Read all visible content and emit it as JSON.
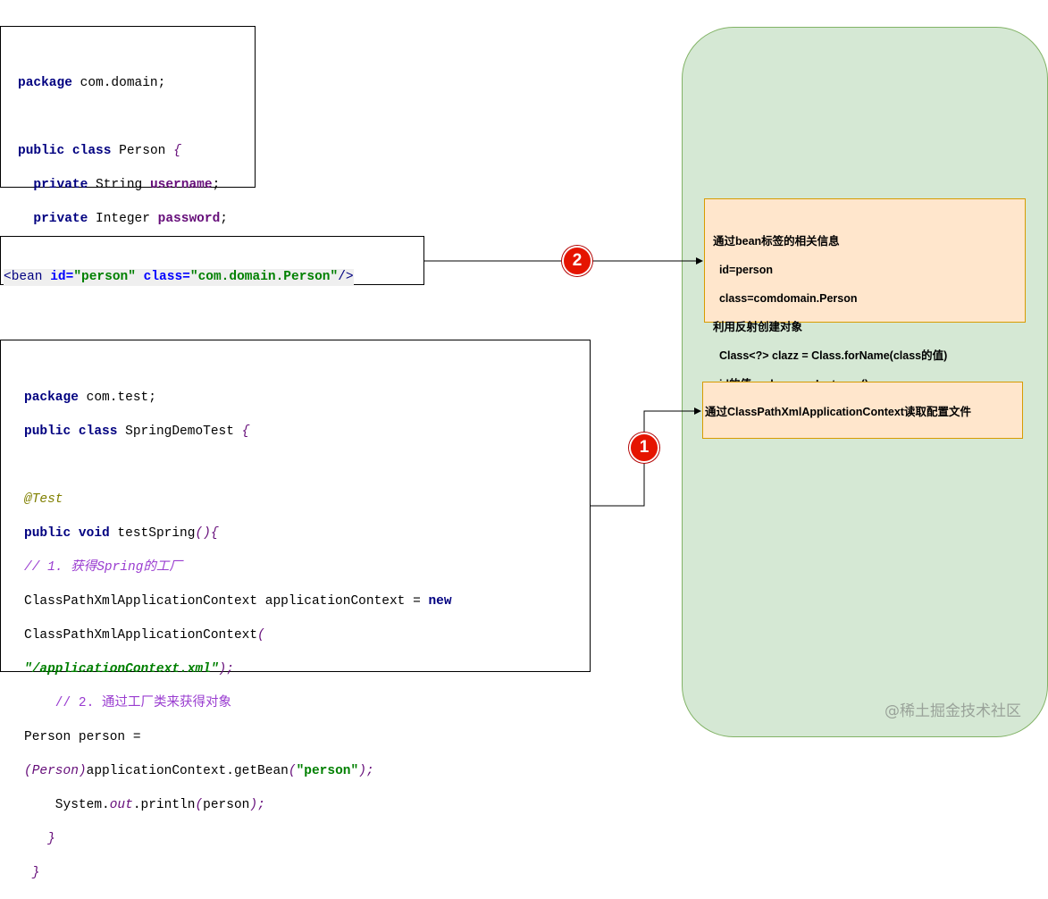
{
  "person_class": {
    "line1_kw": "package",
    "line1_rest": " com.domain;",
    "line2_kw1": "public",
    "line2_kw2": "class",
    "line2_name": " Person ",
    "line2_brace": "{",
    "line3_kw": "private",
    "line3_type": " String ",
    "line3_field": "username",
    "line3_end": ";",
    "line4_kw": "private",
    "line4_type": " Integer ",
    "line4_field": "password",
    "line4_end": ";",
    "line5_brace": "}"
  },
  "bean_xml": {
    "open": "<bean",
    "attr1_name": "id=",
    "attr1_val": "\"person\"",
    "attr2_name": "class=",
    "attr2_val": "\"com.domain.Person\"",
    "close": "/>"
  },
  "test_class": {
    "l1_kw": "package",
    "l1_rest": " com.test;",
    "l2_kw1": "public",
    "l2_kw2": "class",
    "l2_name": " SpringDemoTest ",
    "l2_brace": "{",
    "l3_ann": "@Test",
    "l4_kw1": "public",
    "l4_kw2": "void",
    "l4_name": " testSpring",
    "l4_paren": "(){",
    "l5_comment": "// 1. 获得Spring的工厂",
    "l6_text": "ClassPathXmlApplicationContext applicationContext = ",
    "l6_kw": "new",
    "l7_text": "ClassPathXmlApplicationContext",
    "l7_paren": "(",
    "l8_str": "\"/applicationContext.xml\"",
    "l8_end": ");",
    "l9_comment": "    // 2. 通过工厂类来获得对象",
    "l10_text": "Person person =",
    "l11_cast": "(Person)",
    "l11_text": "applicationContext.getBean",
    "l11_paren_open": "(",
    "l11_str": "\"person\"",
    "l11_end": ");",
    "l12_indent": "    System.",
    "l12_out": "out",
    "l12_text": ".println",
    "l12_paren_open": "(",
    "l12_arg": "person",
    "l12_end": ");",
    "l13_brace": "}",
    "l14_brace": "}"
  },
  "notes": {
    "reflection": {
      "l1": "通过bean标签的相关信息",
      "l2": "  id=person",
      "l3": "  class=comdomain.Person",
      "l4": "利用反射创建对象",
      "l5": "  Class<?> clazz = Class.forName(class的值)",
      "l6": "  id的值 = clazz.newInstance();"
    },
    "read_config": "通过ClassPathXmlApplicationContext读取配置文件"
  },
  "badges": {
    "step1": "1",
    "step2": "2"
  },
  "watermark": "@稀土掘金技术社区",
  "colors": {
    "panel_fill": "#d5e8d4",
    "panel_stroke": "#82b366",
    "note_fill": "#ffe6cc",
    "note_stroke": "#d79b00",
    "badge_fill": "#e51400"
  }
}
